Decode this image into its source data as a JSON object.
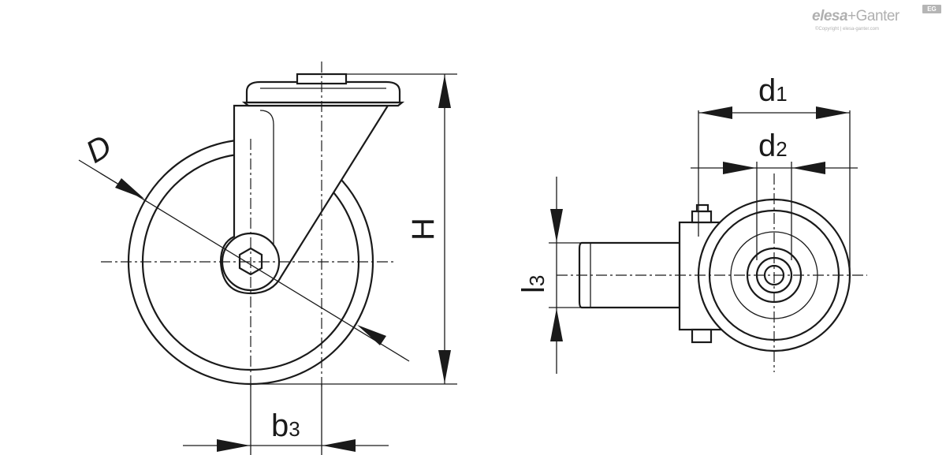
{
  "logo": {
    "brand_left": "elesa",
    "plus": "+",
    "brand_right": "Ganter",
    "copyright": "©Copyright | elesa-ganter.com",
    "badge": "EG"
  },
  "dimensions": {
    "D": "D",
    "H": "H",
    "b": "b",
    "b_sub": "3",
    "d1": "d",
    "d1_sub": "1",
    "d2": "d",
    "d2_sub": "2",
    "l": "l",
    "l_sub": "3"
  }
}
